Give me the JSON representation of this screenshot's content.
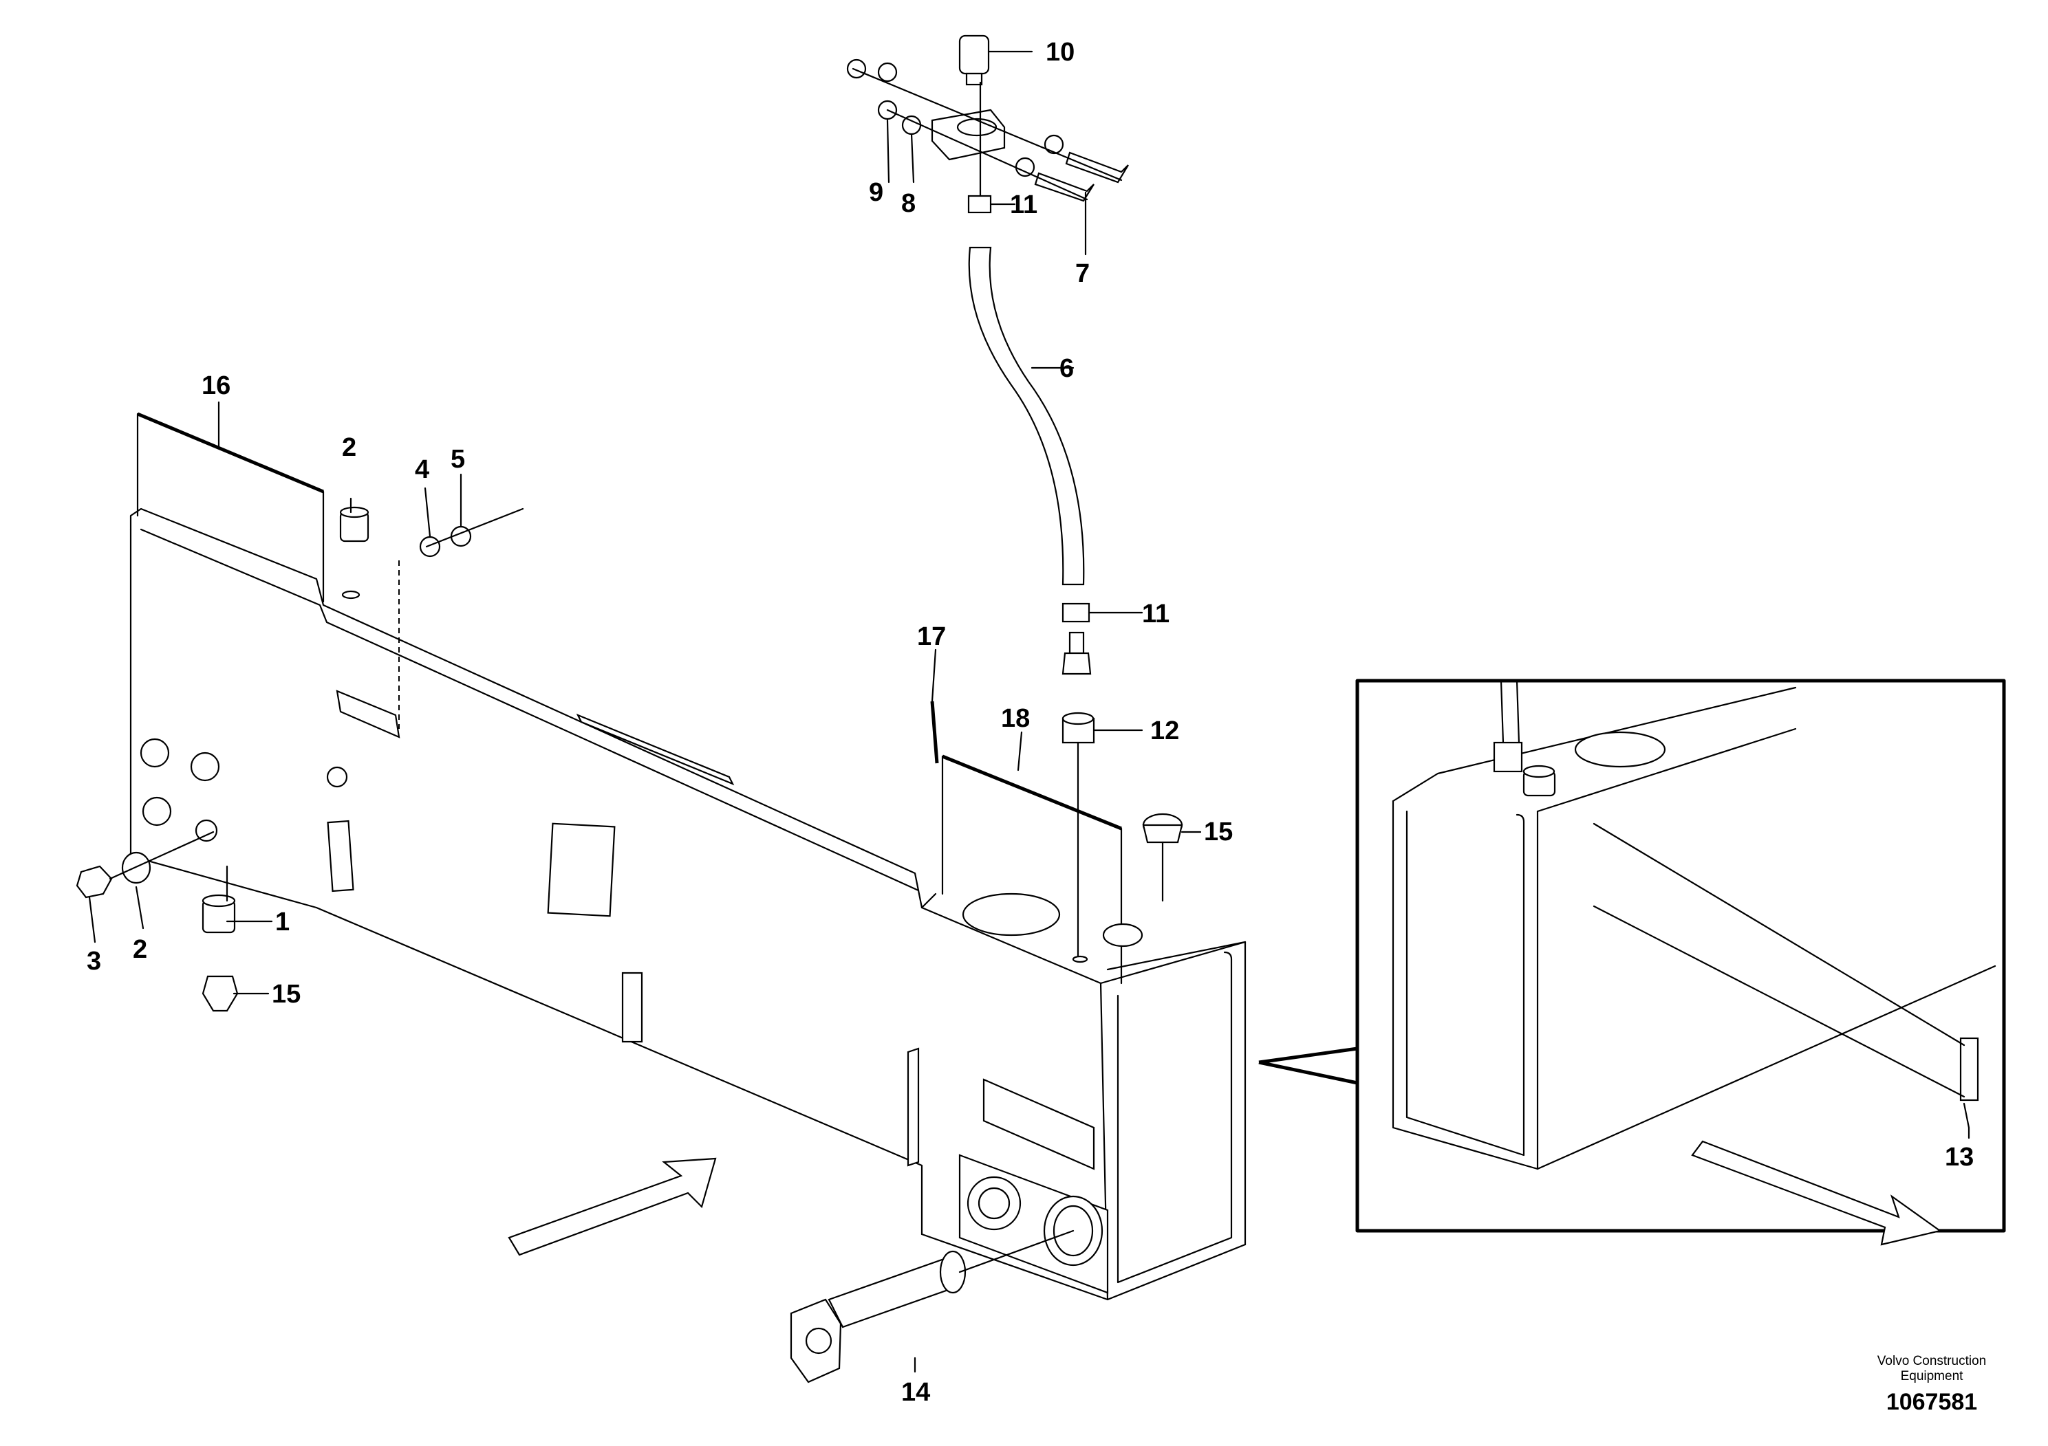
{
  "callouts": {
    "c1": "1",
    "c2a": "2",
    "c2b": "2",
    "c3": "3",
    "c4": "4",
    "c5": "5",
    "c6": "6",
    "c7": "7",
    "c8": "8",
    "c9": "9",
    "c10": "10",
    "c11a": "11",
    "c11b": "11",
    "c12": "12",
    "c13": "13",
    "c14": "14",
    "c15a": "15",
    "c15b": "15",
    "c16": "16",
    "c17": "17",
    "c18": "18"
  },
  "footer": {
    "publisher_line1": "Volvo Construction",
    "publisher_line2": "Equipment",
    "document_number": "1067581"
  }
}
